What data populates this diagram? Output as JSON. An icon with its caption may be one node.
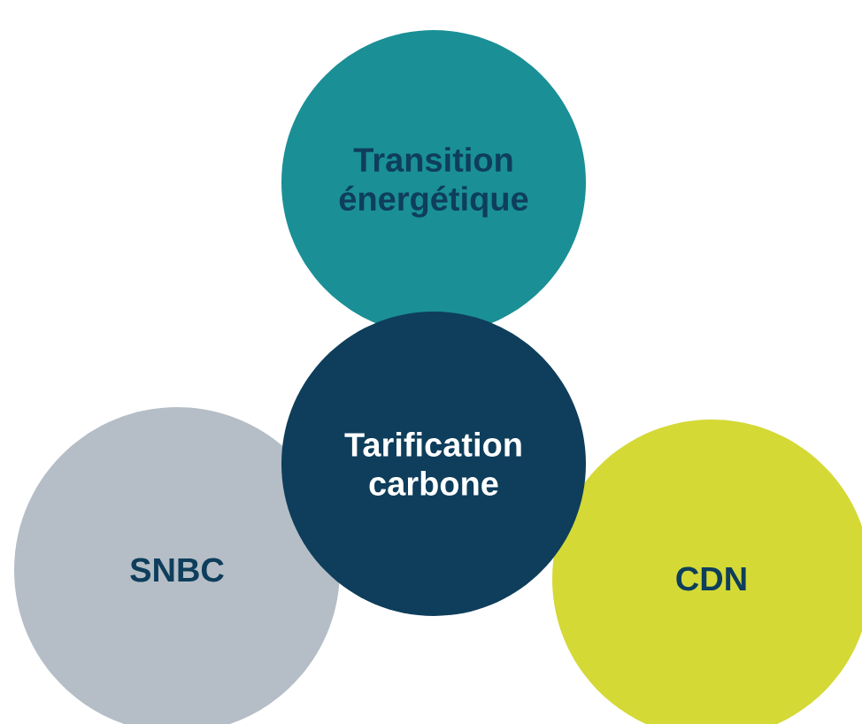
{
  "diagram": {
    "nodes": [
      {
        "text": [
          "Transition énergétique"
        ]
      },
      {
        "text": [
          "Tarification carbone"
        ]
      },
      {
        "text": [
          "SNBC"
        ]
      },
      {
        "text": [
          "CDN"
        ]
      }
    ]
  }
}
